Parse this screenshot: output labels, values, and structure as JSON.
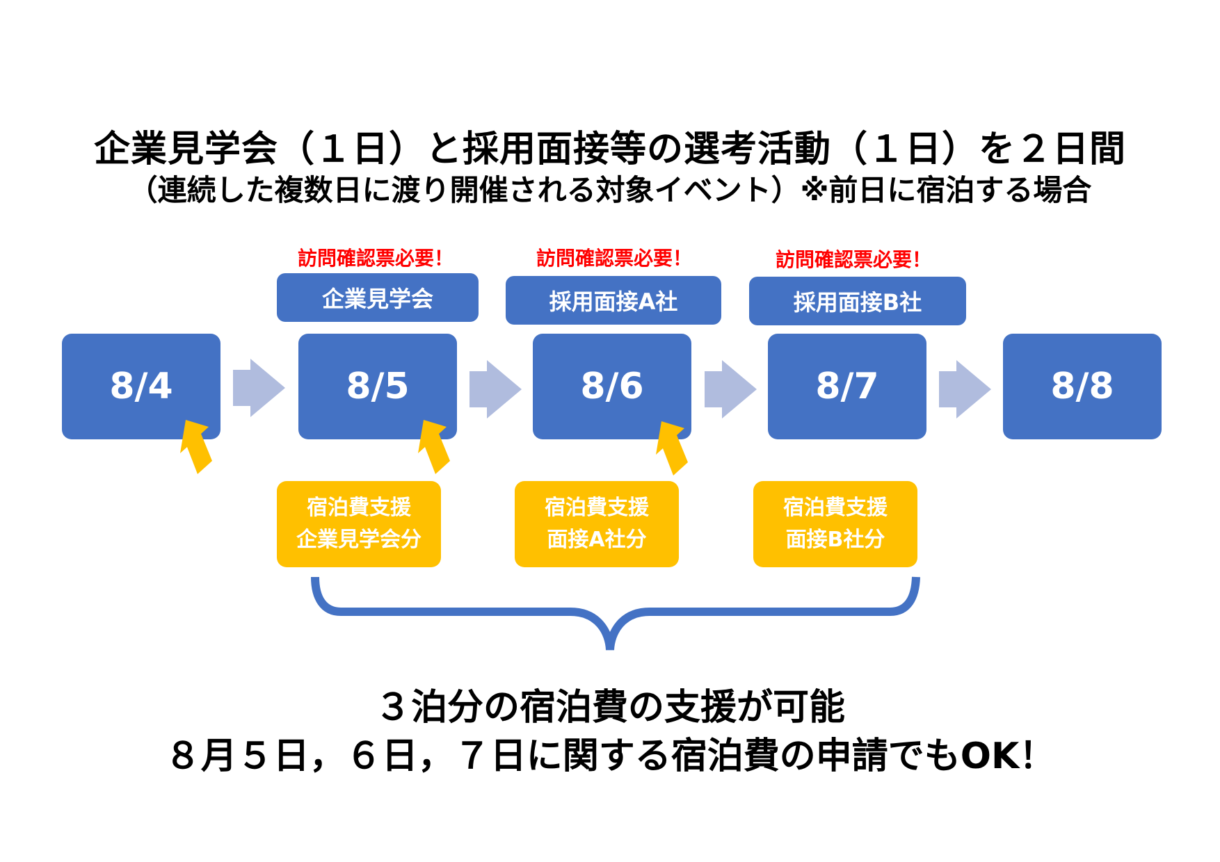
{
  "title": {
    "line1": "企業見学会（１日）と採用面接等の選考活動（１日）を２日間",
    "line2": "（連続した複数日に渡り開催される対象イベント）※前日に宿泊する場合"
  },
  "events": [
    {
      "note": "訪問確認票必要！",
      "label": "企業見学会"
    },
    {
      "note": "訪問確認票必要！",
      "label": "採用面接A社"
    },
    {
      "note": "訪問確認票必要！",
      "label": "採用面接B社"
    }
  ],
  "days": [
    "8/4",
    "8/5",
    "8/6",
    "8/7",
    "8/8"
  ],
  "support": [
    {
      "line1": "宿泊費支援",
      "line2": "企業見学会分"
    },
    {
      "line1": "宿泊費支援",
      "line2": "面接A社分"
    },
    {
      "line1": "宿泊費支援",
      "line2": "面接B社分"
    }
  ],
  "summary": {
    "line1": "３泊分の宿泊費の支援が可能",
    "line2": "８月５日，６日，７日に関する宿泊費の申請でもOK！"
  },
  "colors": {
    "blue": "#4472c4",
    "light_arrow": "#b0bcde",
    "yellow": "#ffc000",
    "red": "#ff0000"
  }
}
